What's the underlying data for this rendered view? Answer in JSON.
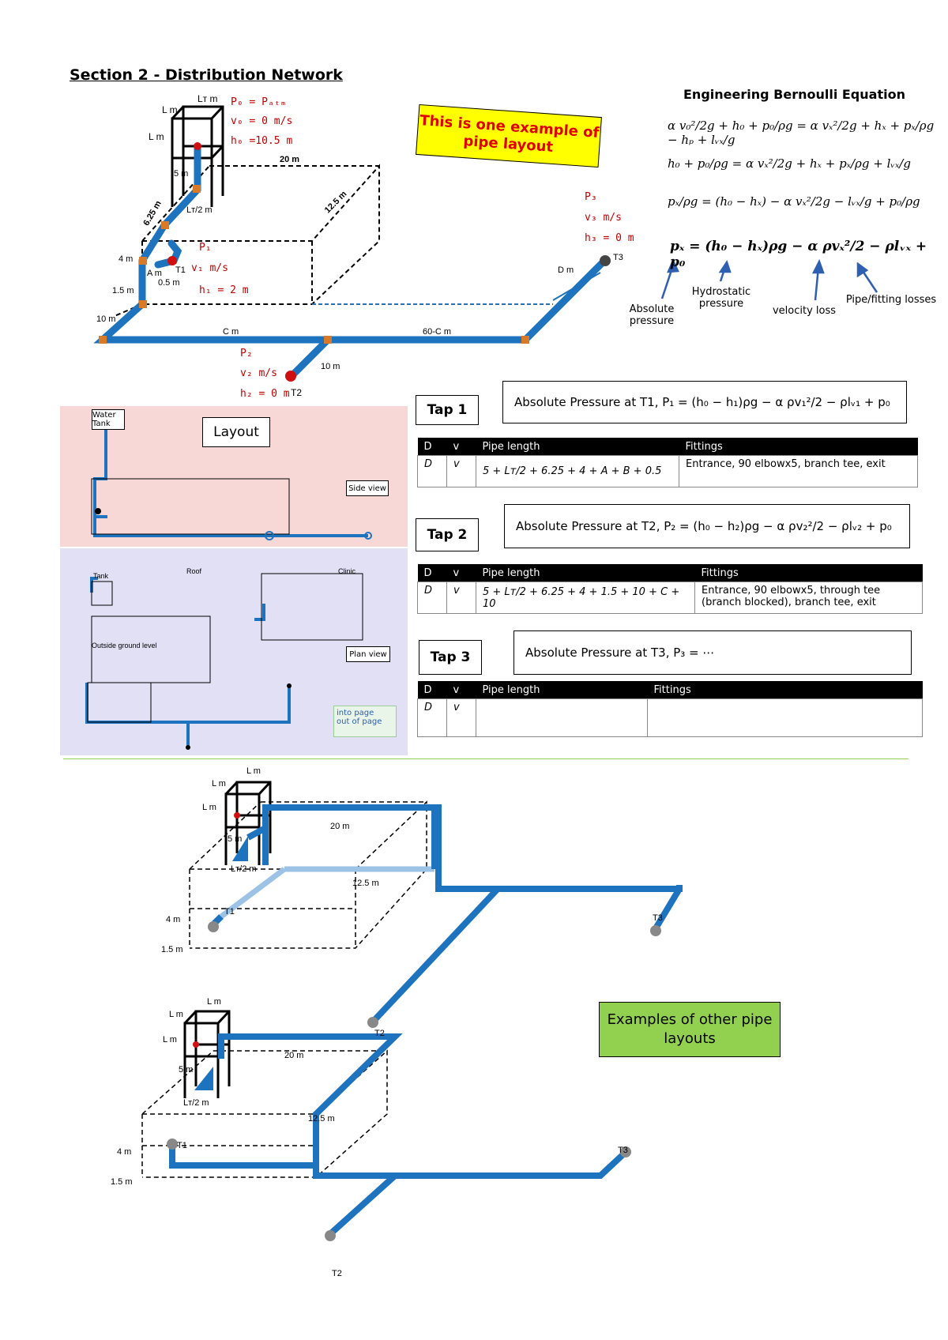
{
  "section_title": "Section 2 - Distribution Network",
  "yellow_note": "This is one example of pipe layout",
  "bernoulli": {
    "title": "Engineering Bernoulli Equation",
    "eq1": "α v₀²/2g + h₀ + p₀/ρg = α vₓ²/2g + hₓ + pₓ/ρg − hₚ + lᵥₓ/g",
    "eq2": "h₀ + p₀/ρg = α vₓ²/2g + hₓ + pₓ/ρg + lᵥₓ/g",
    "eq3": "pₓ/ρg = (h₀ − hₓ) − α vₓ²/2g − lᵥₓ/g + p₀/ρg",
    "eq4": "pₓ = (h₀ − hₓ)ρg − α ρvₓ²/2 − ρlᵥₓ + p₀",
    "annotations": [
      "Absolute pressure",
      "Hydrostatic pressure",
      "velocity loss",
      "Pipe/fitting losses"
    ]
  },
  "diagram_labels": {
    "lt": "Lᴛ m",
    "lm1": "L m",
    "lm2": "L m",
    "p0": "P₀ = Pₐₜₘ",
    "v0": "v₀ = 0 m/s",
    "h0": "h₀ =10.5 m",
    "m20": "20 m",
    "m125": "12.5 m",
    "m5": "5 m",
    "lt2": "Lᴛ/2 m",
    "m625": "6.25 m",
    "m4": "4 m",
    "am": "A m",
    "m05": "0.5 m",
    "p1": "P₁",
    "v1": "v₁ m/s",
    "h1": "h₁ = 2 m",
    "m15": "1.5 m",
    "m10a": "10 m",
    "cm": "C m",
    "m60c": "60-C m",
    "dm": "D m",
    "p3": "P₃",
    "v3": "v₃ m/s",
    "h3": "h₃ = 0 m",
    "t3": "T3",
    "t1": "T1",
    "p2": "P₂",
    "v2": "v₂ m/s",
    "h2": "h₂ = 0 m",
    "t2": "T2",
    "m10b": "10 m"
  },
  "layout_panel": {
    "title": "Layout",
    "water_tank": "Water Tank",
    "side_view": "Side view",
    "plan_view": "Plan view",
    "roof": "Roof",
    "clinic": "Clinic",
    "tank": "Tank",
    "outside_ground": "Outside ground level",
    "legend_in": "into page",
    "legend_out": "out of page"
  },
  "taps": [
    {
      "label": "Tap 1",
      "formula": "Absolute Pressure at T1,  P₁ = (h₀ − h₁)ρg − α ρv₁²/2 − ρlᵥ₁ + p₀",
      "headers": [
        "D",
        "v",
        "Pipe length",
        "Fittings"
      ],
      "row": [
        "D",
        "v",
        "5 + Lᴛ/2 + 6.25 + 4 + A + B + 0.5",
        "Entrance, 90 elbowx5, branch tee, exit"
      ]
    },
    {
      "label": "Tap 2",
      "formula": "Absolute Pressure at T2,  P₂ = (h₀ − h₂)ρg − α ρv₂²/2 − ρlᵥ₂ + p₀",
      "headers": [
        "D",
        "v",
        "Pipe length",
        "Fittings"
      ],
      "row": [
        "D",
        "v",
        "5 + Lᴛ/2 + 6.25 + 4 + 1.5 + 10 + C + 10",
        "Entrance, 90 elbowx5, through tee (branch blocked), branch tee, exit"
      ]
    },
    {
      "label": "Tap 3",
      "formula": "Absolute Pressure at T3,  P₃ = ⋯",
      "headers": [
        "D",
        "v",
        "Pipe length",
        "Fittings"
      ],
      "row": [
        "D",
        "v",
        "",
        ""
      ]
    }
  ],
  "examples": {
    "green_note": "Examples of other pipe layouts",
    "lower1": {
      "lm_top": "L m",
      "lm": "L m",
      "lm2": "L m",
      "m5": "5 m",
      "m20": "20 m",
      "lt2": "Lᴛ/2 m",
      "m125": "12.5 m",
      "m4": "4 m",
      "m15": "1.5 m",
      "t1": "T1",
      "t2": "T2",
      "t3": "T3"
    },
    "lower2": {
      "lm_top": "L m",
      "lm": "L m",
      "lm2": "L m",
      "m5": "5 m",
      "m20": "20 m",
      "lt2": "Lᴛ/2 m",
      "m125": "12.5 m",
      "m4": "4 m",
      "m15": "1.5 m",
      "t1": "T1",
      "t2": "T2",
      "t3": "T3"
    }
  },
  "colors": {
    "pipe": "#1e73be",
    "elbow": "#d77a2a",
    "tap": "#d01010",
    "yellow": "#ffff00",
    "green": "#92d050"
  }
}
